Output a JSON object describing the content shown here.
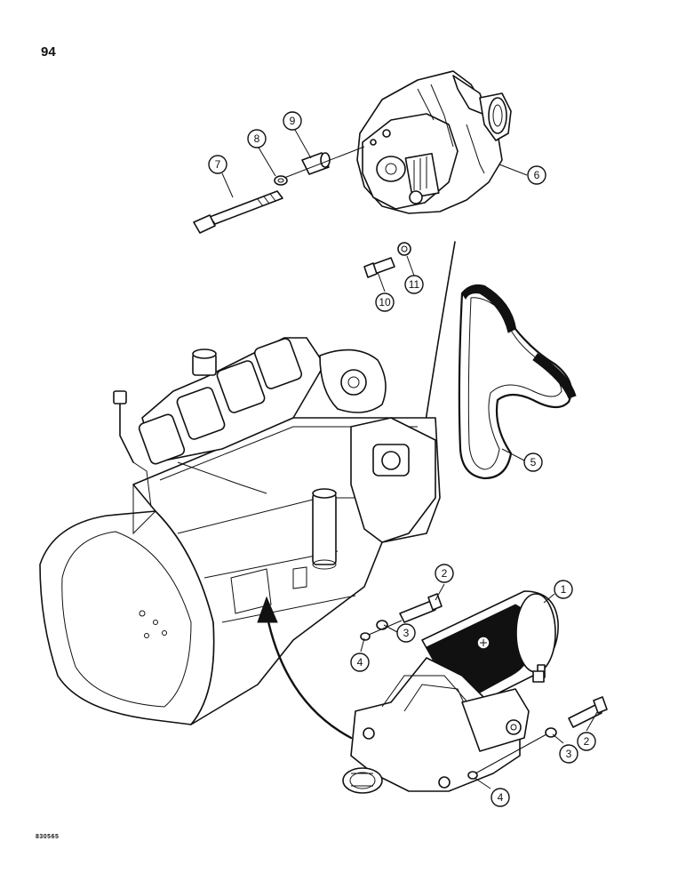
{
  "page_number": "94",
  "drawing_code": "830565",
  "callouts": {
    "c1": "1",
    "c2a": "2",
    "c2b": "2",
    "c3a": "3",
    "c3b": "3",
    "c4a": "4",
    "c4b": "4",
    "c5": "5",
    "c6": "6",
    "c7": "7",
    "c8": "8",
    "c9": "9",
    "c10": "10",
    "c11": "11"
  }
}
